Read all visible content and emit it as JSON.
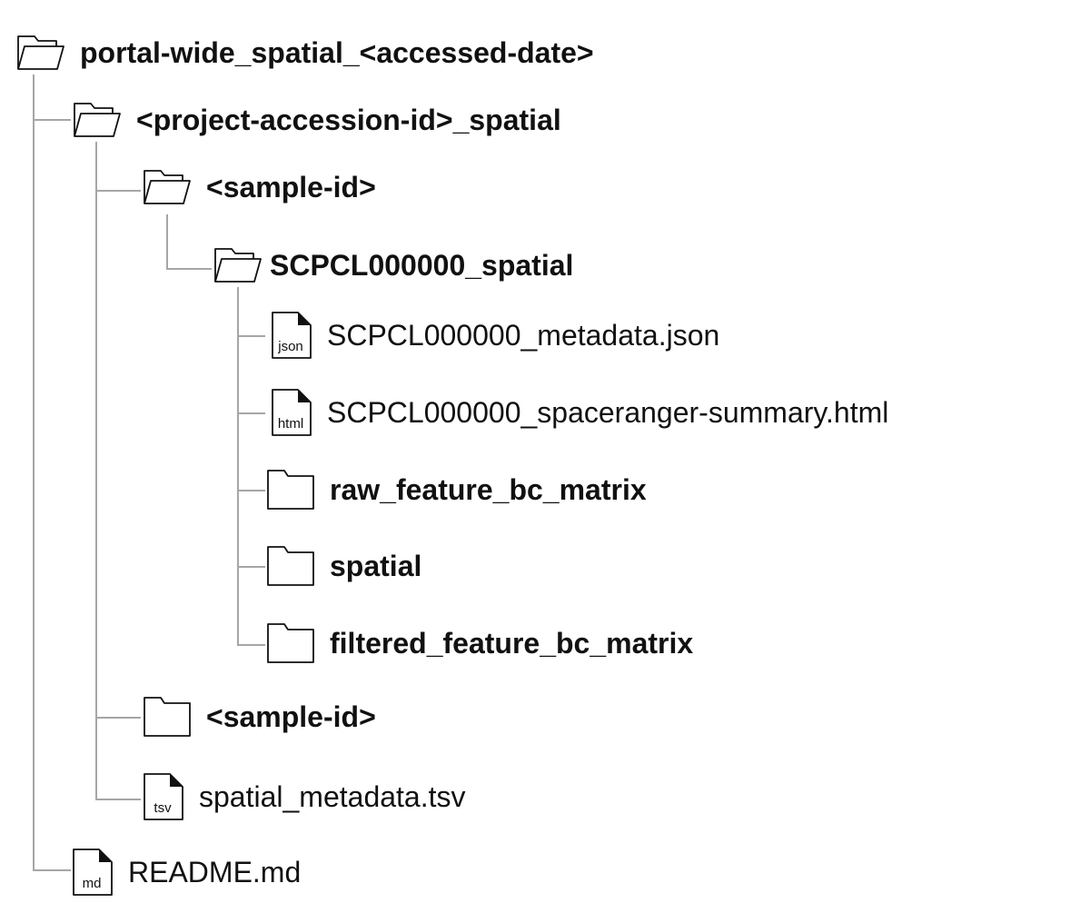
{
  "tree": {
    "root": {
      "label": "portal-wide_spatial_<accessed-date>",
      "icon": "folder-open-icon"
    },
    "project": {
      "label": "<project-accession-id>_spatial",
      "icon": "folder-open-icon"
    },
    "sample1": {
      "label": "<sample-id>",
      "icon": "folder-open-icon"
    },
    "library": {
      "label": "SCPCL000000_spatial",
      "icon": "folder-open-icon"
    },
    "metadata_json": {
      "label": "SCPCL000000_metadata.json",
      "icon": "file-icon",
      "ext": "json"
    },
    "summary_html": {
      "label": "SCPCL000000_spaceranger-summary.html",
      "icon": "file-icon",
      "ext": "html"
    },
    "raw_matrix": {
      "label": "raw_feature_bc_matrix",
      "icon": "folder-closed-icon"
    },
    "spatial_dir": {
      "label": "spatial",
      "icon": "folder-closed-icon"
    },
    "filtered_matrix": {
      "label": "filtered_feature_bc_matrix",
      "icon": "folder-closed-icon"
    },
    "sample2": {
      "label": "<sample-id>",
      "icon": "folder-closed-icon"
    },
    "metadata_tsv": {
      "label": "spatial_metadata.tsv",
      "icon": "file-icon",
      "ext": "tsv"
    },
    "readme": {
      "label": "README.md",
      "icon": "file-icon",
      "ext": "md"
    }
  },
  "colors": {
    "line": "#a6a6a6",
    "icon_stroke": "#111111",
    "text": "#111111"
  }
}
